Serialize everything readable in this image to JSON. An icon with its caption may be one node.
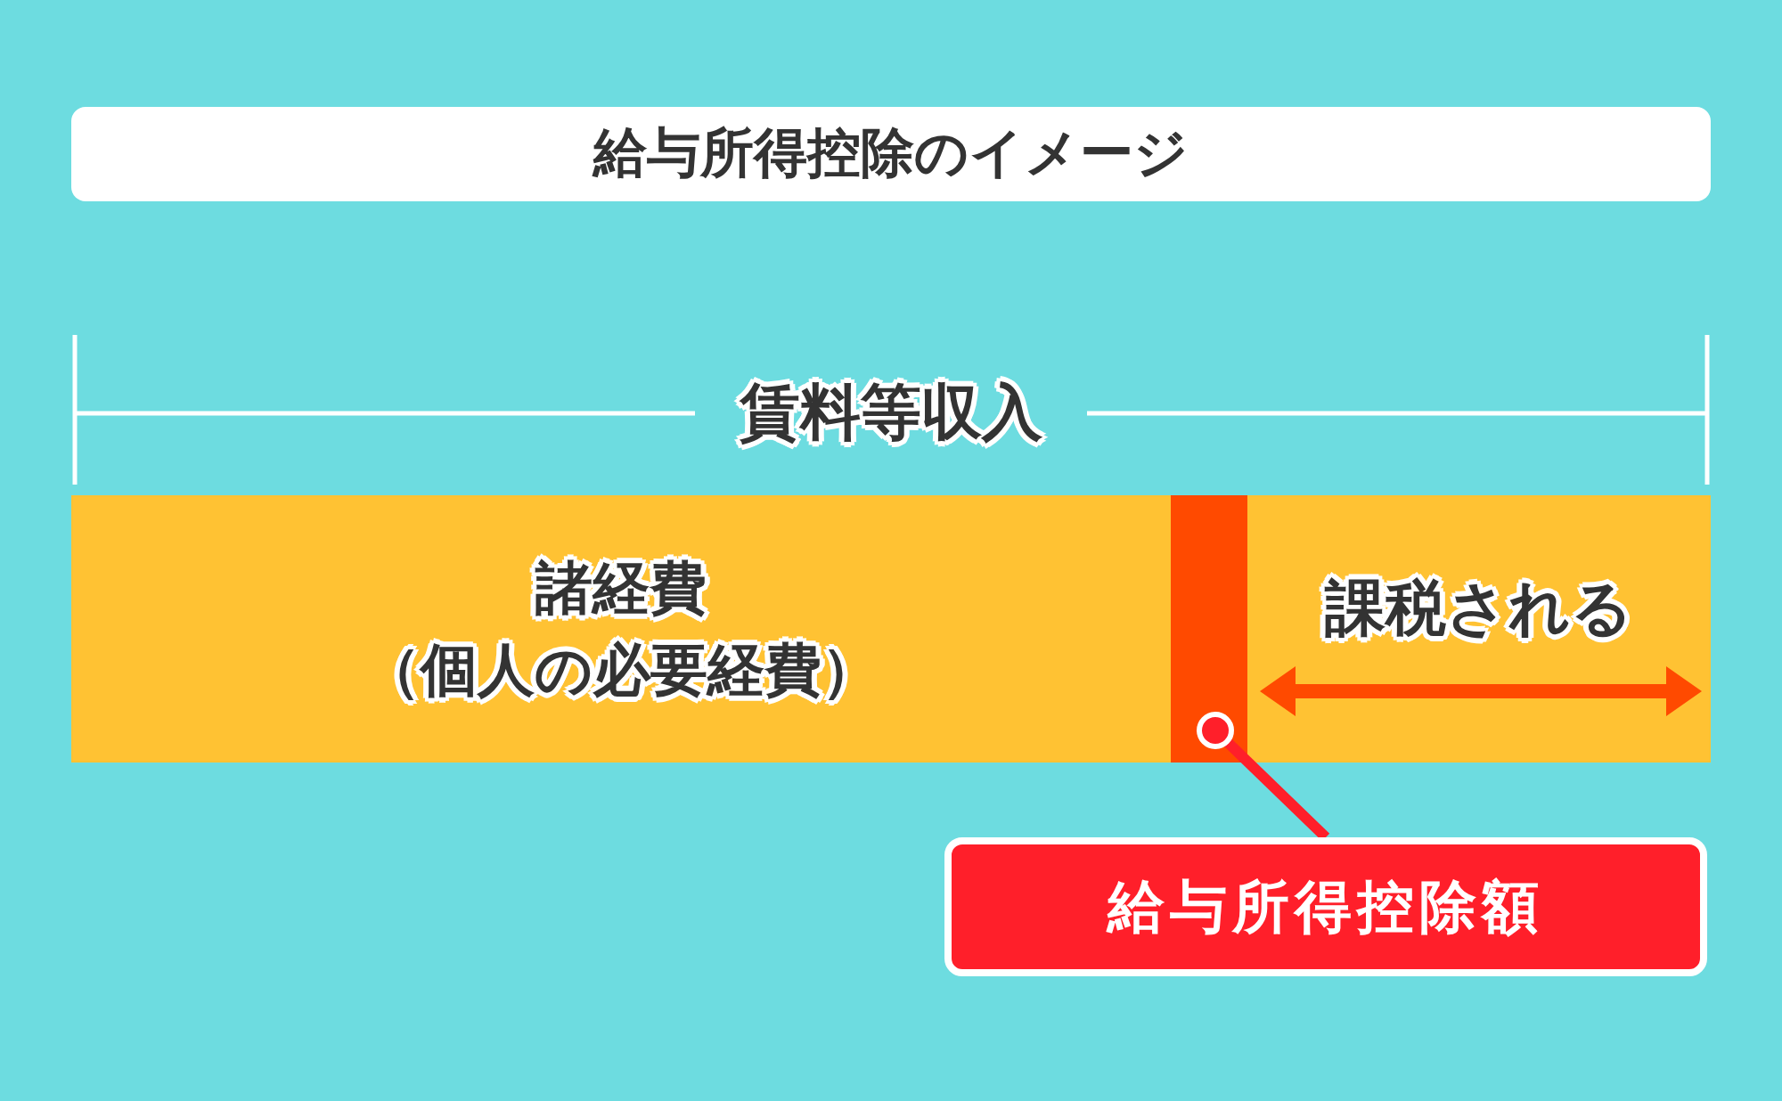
{
  "diagram": {
    "title": "給与所得控除のイメージ",
    "nodes": [
      {
        "text": [
          "諸経費（個人の必要経費）"
        ]
      },
      {
        "text": [],
        "shape": "bar"
      },
      {
        "text": [
          "課税される"
        ]
      },
      {
        "text": [
          "給与所得控除額"
        ]
      }
    ],
    "edges": [
      {
        "from": 3,
        "to": 1,
        "arrow": "other"
      }
    ],
    "labels": [
      "賃料等収入"
    ]
  }
}
